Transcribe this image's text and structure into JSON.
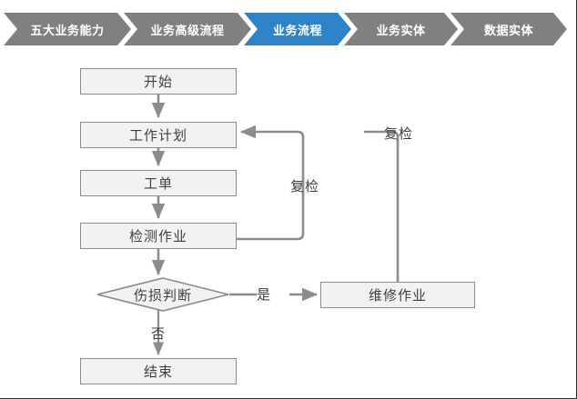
{
  "breadcrumb": {
    "active_color": "#2e83c8",
    "inactive_color": "#808080",
    "steps": [
      {
        "label": "五大业务能力",
        "active": false
      },
      {
        "label": "业务高级流程",
        "active": false
      },
      {
        "label": "业务流程",
        "active": true
      },
      {
        "label": "业务实体",
        "active": false
      },
      {
        "label": "数据实体",
        "active": false
      }
    ]
  },
  "diagram": {
    "node_fill": "#f2f2f2",
    "node_border": "#8c8c8c",
    "connector_color": "#8c8c8c",
    "text_color": "#3f3f3f",
    "nodes": [
      {
        "id": "start",
        "label": "开始",
        "shape": "rect"
      },
      {
        "id": "work-plan",
        "label": "工作计划",
        "shape": "rect"
      },
      {
        "id": "work-order",
        "label": "工单",
        "shape": "rect"
      },
      {
        "id": "inspection-task",
        "label": "检测作业",
        "shape": "rect"
      },
      {
        "id": "damage-decision",
        "label": "伤损判断",
        "shape": "diamond"
      },
      {
        "id": "end",
        "label": "结束",
        "shape": "rect"
      },
      {
        "id": "repair-task",
        "label": "维修作业",
        "shape": "rect"
      }
    ],
    "edge_labels": [
      {
        "id": "recheck-inspection",
        "label": "复检"
      },
      {
        "id": "recheck-repair",
        "label": "复检"
      },
      {
        "id": "yes",
        "label": "是"
      },
      {
        "id": "no",
        "label": "否"
      }
    ]
  }
}
